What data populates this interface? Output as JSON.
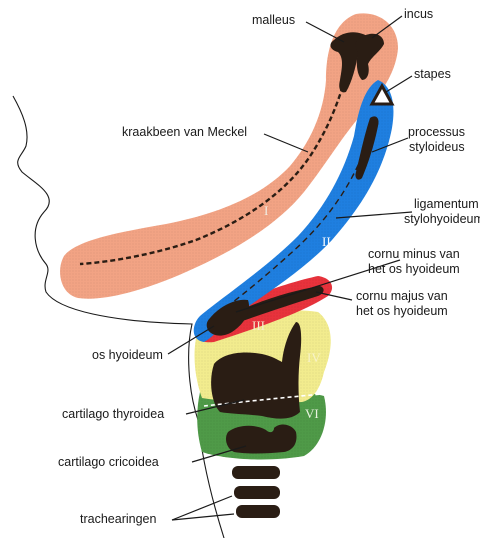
{
  "colors": {
    "arch1": "#f2a384",
    "arch2": "#1f7fe0",
    "arch3": "#e8323c",
    "arch4": "#f2ec8e",
    "arch6": "#4f9a48",
    "bone": "#2a1d14",
    "outline": "#1a1a1a"
  },
  "labels": {
    "malleus": "malleus",
    "incus": "incus",
    "stapes": "stapes",
    "meckel": "kraakbeen van Meckel",
    "styloid_1": "processus",
    "styloid_2": "styloideus",
    "ligament_1": "ligamentum",
    "ligament_2": "stylohyoideum",
    "cornu_minus_1": "cornu minus van",
    "cornu_minus_2": "het os hyoideum",
    "cornu_majus_1": "cornu majus van",
    "cornu_majus_2": "het os hyoideum",
    "hyoid": "os hyoideum",
    "thyroid": "cartilago thyroidea",
    "cricoid": "cartilago cricoidea",
    "trachea": "trachearingen"
  },
  "arches": {
    "i": "I",
    "ii": "II",
    "iii": "III",
    "iv": "IV",
    "vi": "VI"
  }
}
